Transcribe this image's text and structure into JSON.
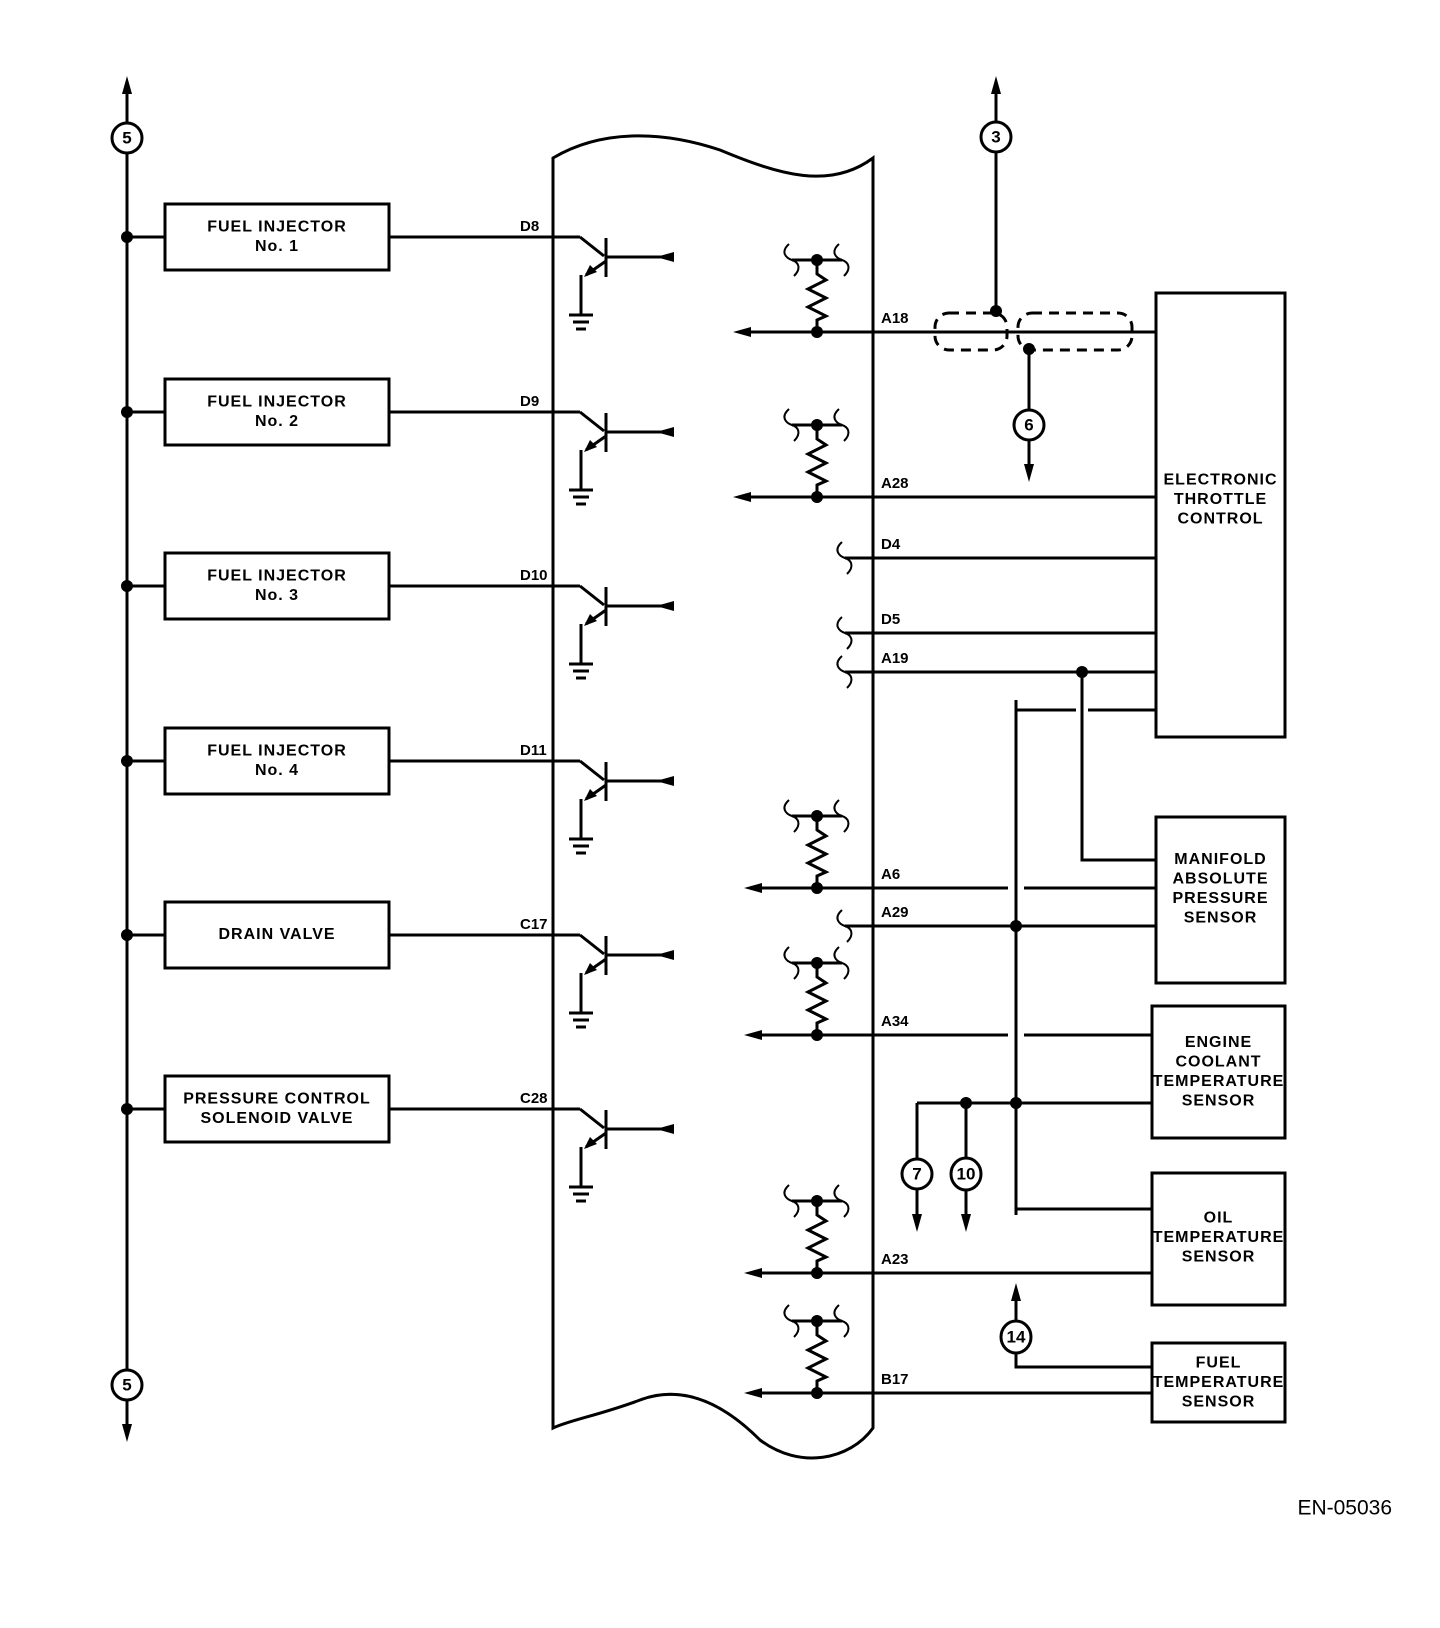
{
  "diagram": {
    "title": "ECM fuel injector and sensor wiring",
    "reference_code": "EN-05036",
    "bus_connector": "5",
    "actuators": [
      {
        "id": "fuel-injector-1",
        "lines": [
          "FUEL INJECTOR",
          "No. 1"
        ],
        "pin": "D8"
      },
      {
        "id": "fuel-injector-2",
        "lines": [
          "FUEL INJECTOR",
          "No. 2"
        ],
        "pin": "D9"
      },
      {
        "id": "fuel-injector-3",
        "lines": [
          "FUEL INJECTOR",
          "No. 3"
        ],
        "pin": "D10"
      },
      {
        "id": "fuel-injector-4",
        "lines": [
          "FUEL INJECTOR",
          "No. 4"
        ],
        "pin": "D11"
      },
      {
        "id": "drain-valve",
        "lines": [
          "DRAIN VALVE"
        ],
        "pin": "C17"
      },
      {
        "id": "pressure-control-solenoid-valve",
        "lines": [
          "PRESSURE CONTROL",
          "SOLENOID VALVE"
        ],
        "pin": "C28"
      }
    ],
    "sensor_pins": [
      {
        "pin": "A18",
        "type": "pullup"
      },
      {
        "pin": "A28",
        "type": "pullup"
      },
      {
        "pin": "D4",
        "type": "break"
      },
      {
        "pin": "D5",
        "type": "break"
      },
      {
        "pin": "A19",
        "type": "break"
      },
      {
        "pin": "A6",
        "type": "pullup"
      },
      {
        "pin": "A29",
        "type": "break"
      },
      {
        "pin": "A34",
        "type": "pullup"
      },
      {
        "pin": "A23",
        "type": "pullup"
      },
      {
        "pin": "B17",
        "type": "pullup"
      }
    ],
    "components": [
      {
        "id": "electronic-throttle-control",
        "lines": [
          "ELECTRONIC",
          "THROTTLE",
          "CONTROL"
        ]
      },
      {
        "id": "manifold-absolute-pressure-sensor",
        "lines": [
          "MANIFOLD",
          "ABSOLUTE",
          "PRESSURE",
          "SENSOR"
        ]
      },
      {
        "id": "engine-coolant-temperature-sensor",
        "lines": [
          "ENGINE",
          "COOLANT",
          "TEMPERATURE",
          "SENSOR"
        ]
      },
      {
        "id": "oil-temperature-sensor",
        "lines": [
          "OIL",
          "TEMPERATURE",
          "SENSOR"
        ]
      },
      {
        "id": "fuel-temperature-sensor",
        "lines": [
          "FUEL",
          "TEMPERATURE",
          "SENSOR"
        ]
      }
    ],
    "connector_refs": {
      "top_left": "5",
      "bottom_left": "5",
      "sensor_power": "3",
      "shield_ground": "6",
      "ground_a": "7",
      "ground_b": "10",
      "fuel_temp_return": "14"
    }
  }
}
